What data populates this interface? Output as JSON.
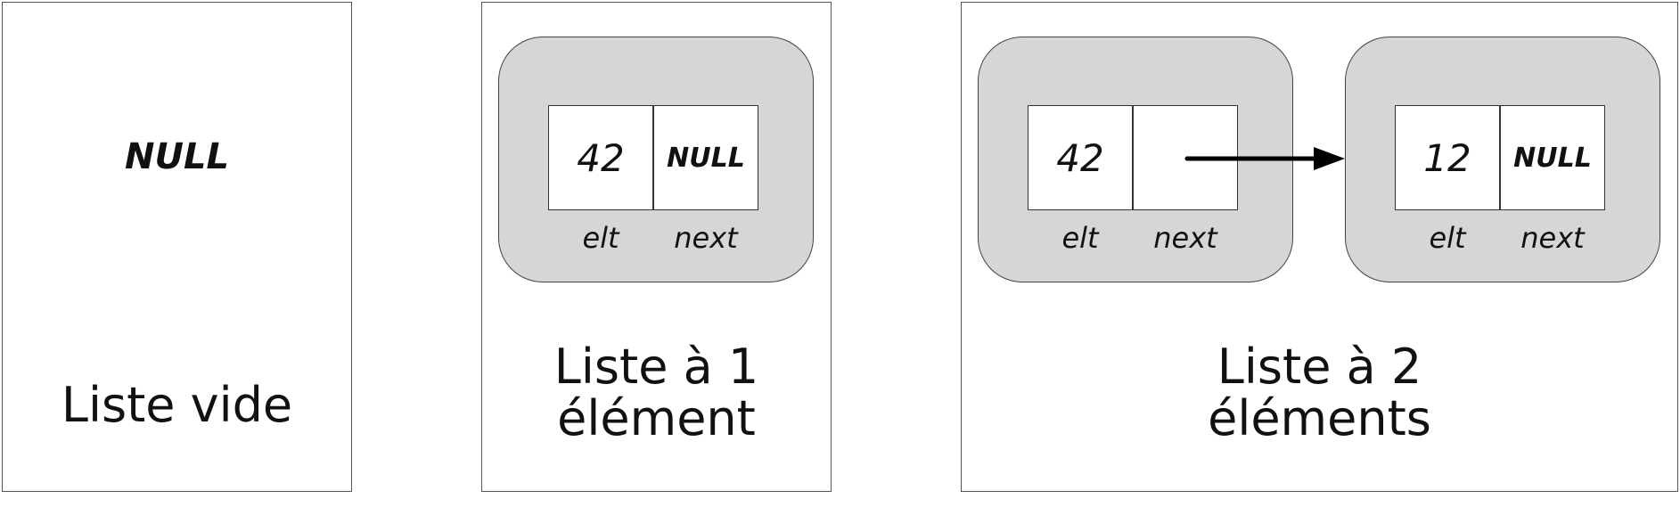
{
  "null_keyword": "NULL",
  "field_labels": {
    "elt": "elt",
    "next": "next"
  },
  "panels": {
    "empty": {
      "caption": "Liste vide"
    },
    "one": {
      "caption_line1": "Liste à 1",
      "caption_line2": "élément",
      "node": {
        "elt": "42",
        "next": "NULL"
      }
    },
    "two": {
      "caption_line1": "Liste à 2",
      "caption_line2": "éléments",
      "node1": {
        "elt": "42"
      },
      "node2": {
        "elt": "12",
        "next": "NULL"
      }
    }
  }
}
